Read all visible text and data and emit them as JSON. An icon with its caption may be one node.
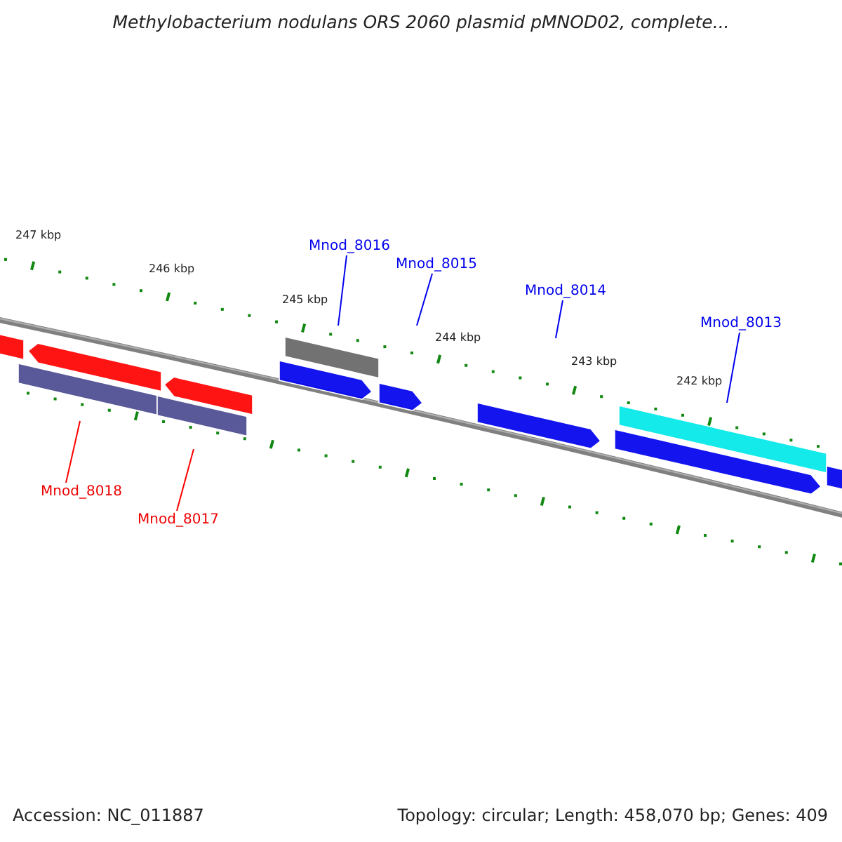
{
  "diagram": {
    "title": "Methylobacterium nodulans ORS 2060 plasmid pMNOD02, complete...",
    "nodes": [
      {
        "text": [
          "Mnod_8016"
        ]
      },
      {
        "text": [
          "Mnod_8015"
        ]
      },
      {
        "text": [
          "Mnod_8014"
        ]
      },
      {
        "text": [
          "Mnod_8013"
        ]
      },
      {
        "text": [
          "Mnod_8018"
        ]
      },
      {
        "text": [
          "Mnod_8017"
        ]
      }
    ],
    "edges": [
      {
        "from": 0,
        "to": null,
        "arrow": "none"
      },
      {
        "from": 1,
        "to": null,
        "arrow": "none"
      },
      {
        "from": 2,
        "to": null,
        "arrow": "none"
      },
      {
        "from": 3,
        "to": null,
        "arrow": "none"
      },
      {
        "from": 4,
        "to": null,
        "arrow": "none",
        "color": "#ff0000"
      },
      {
        "from": 5,
        "to": null,
        "arrow": "none",
        "color": "#ff0000"
      }
    ],
    "labels": [
      "247 kbp",
      "246 kbp",
      "245 kbp",
      "244 kbp",
      "243 kbp",
      "242 kbp",
      "Accession: NC_011887",
      "Topology: circular; Length: 458,070 bp; Genes: 409"
    ]
  }
}
